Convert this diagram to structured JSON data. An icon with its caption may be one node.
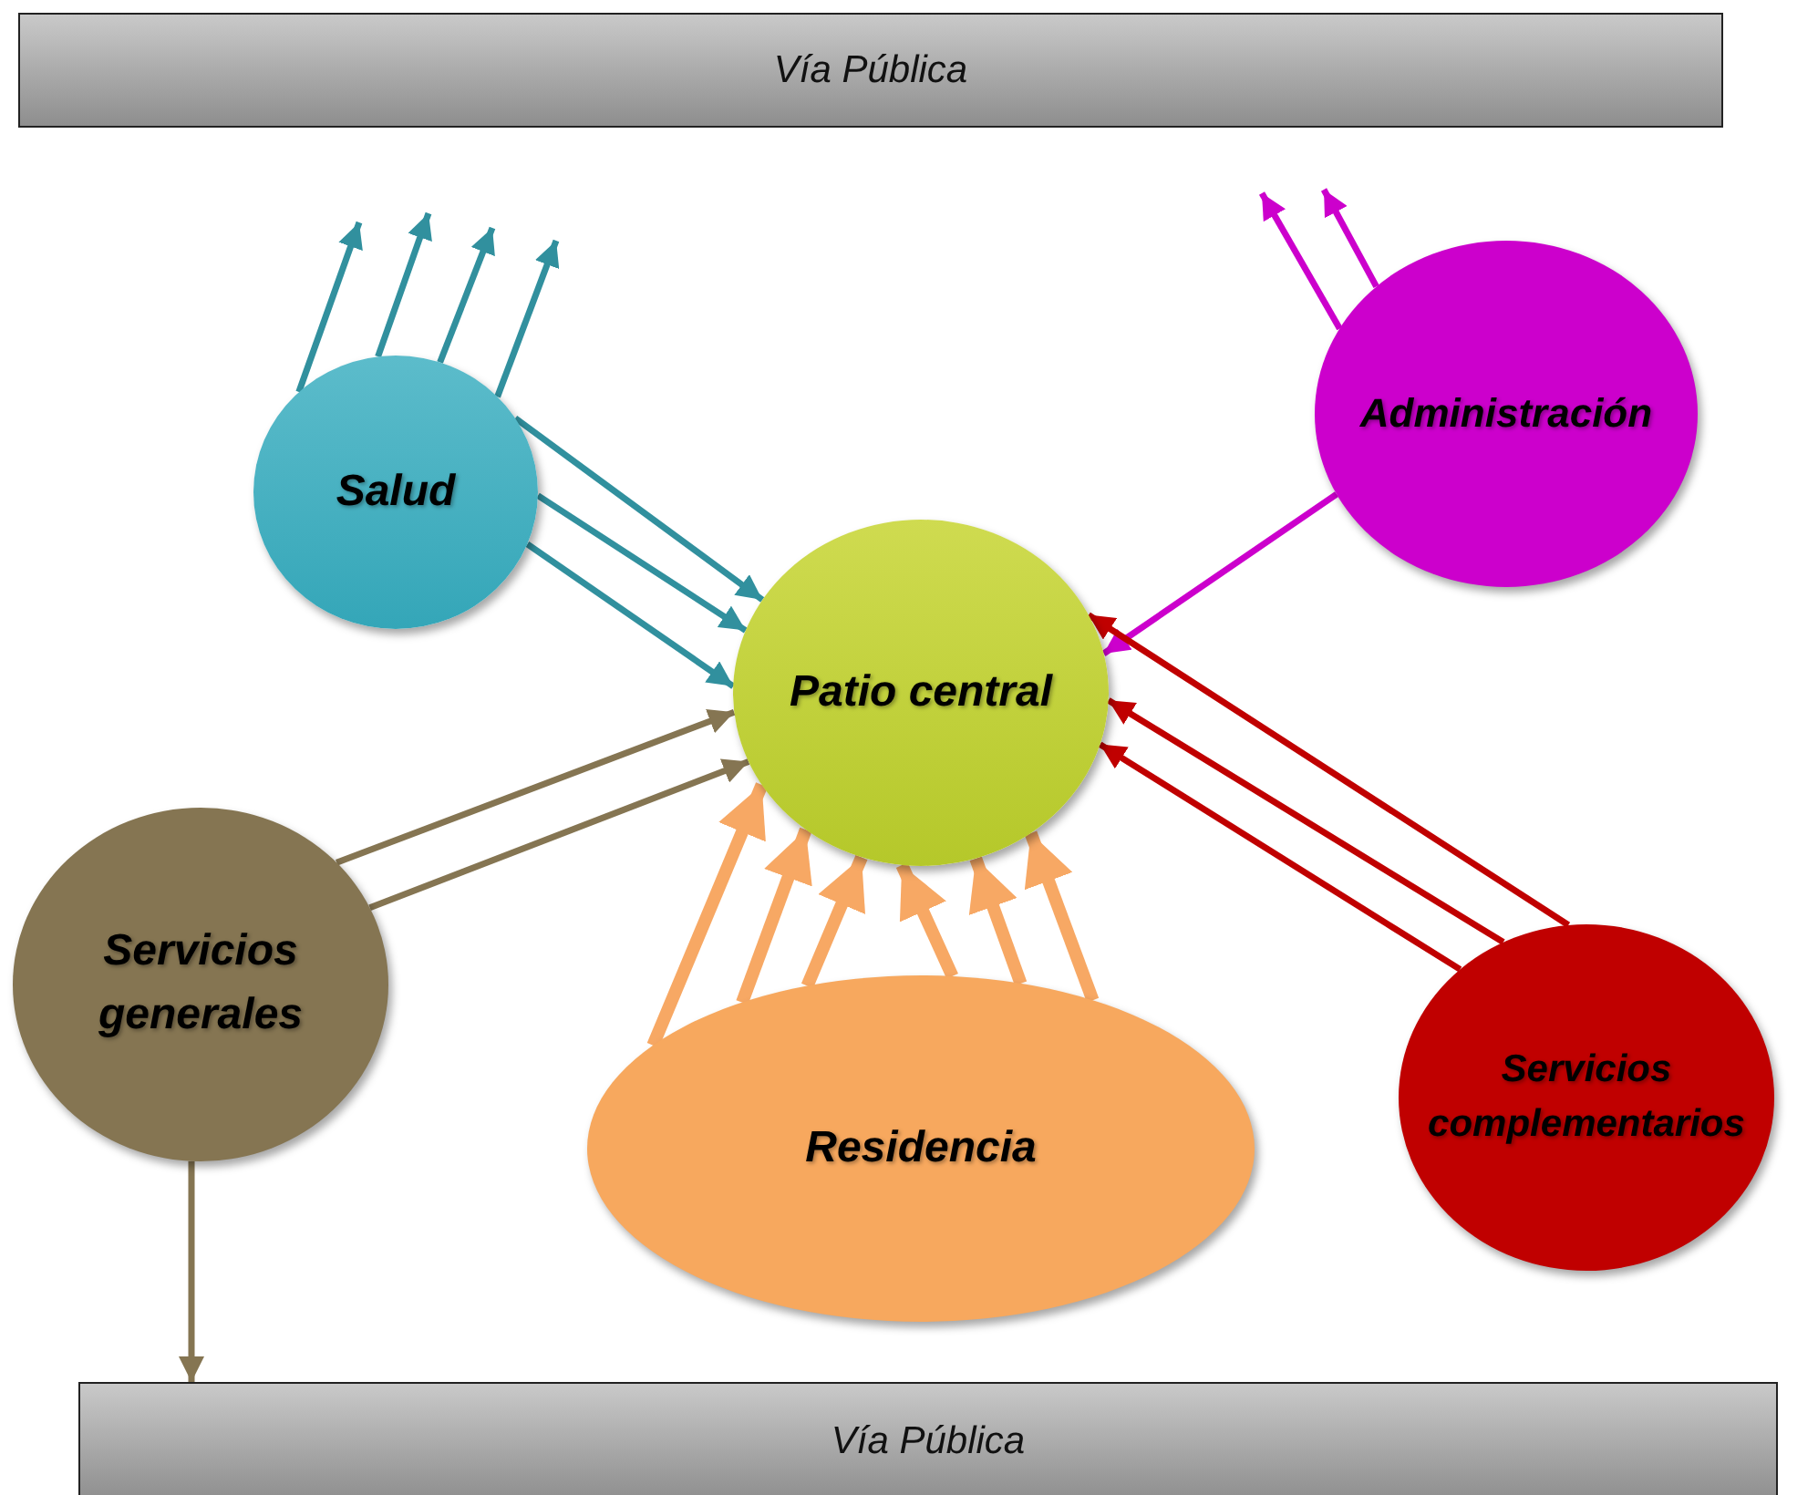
{
  "diagram": {
    "nodes": [
      {
        "text": [
          "Vía Pública"
        ]
      },
      {
        "text": [
          "Salud"
        ]
      },
      {
        "text": [
          "Administración"
        ]
      },
      {
        "text": [
          "Patio central"
        ]
      },
      {
        "text": [
          "Servicios generales"
        ]
      },
      {
        "text": [
          "Residencia"
        ]
      },
      {
        "text": [
          "Servicios complementarios"
        ]
      },
      {
        "text": [
          "Vía Pública"
        ]
      }
    ],
    "edges": [
      {
        "from": 1,
        "to": null,
        "arrow": "to",
        "color": "#31909e"
      },
      {
        "from": 1,
        "to": null,
        "arrow": "to",
        "color": "#31909e"
      },
      {
        "from": 1,
        "to": null,
        "arrow": "to",
        "color": "#31909e"
      },
      {
        "from": 1,
        "to": null,
        "arrow": "to",
        "color": "#31909e"
      },
      {
        "from": 1,
        "to": 3,
        "arrow": "to",
        "color": "#31909e"
      },
      {
        "from": 1,
        "to": 3,
        "arrow": "to",
        "color": "#31909e"
      },
      {
        "from": 1,
        "to": 3,
        "arrow": "to",
        "color": "#31909e"
      },
      {
        "from": 2,
        "to": null,
        "arrow": "to",
        "color": "#cc00cc"
      },
      {
        "from": 2,
        "to": null,
        "arrow": "to",
        "color": "#cc00cc"
      },
      {
        "from": 2,
        "to": 3,
        "arrow": "to",
        "color": "#cc00cc"
      },
      {
        "from": 4,
        "to": 3,
        "arrow": "to",
        "color": "#857552"
      },
      {
        "from": 4,
        "to": 3,
        "arrow": "to",
        "color": "#857552"
      },
      {
        "from": 4,
        "to": 7,
        "arrow": "to",
        "color": "#857552"
      },
      {
        "from": 5,
        "to": 3,
        "arrow": "to",
        "style": "thick",
        "color": "#f7a864"
      },
      {
        "from": 5,
        "to": 3,
        "arrow": "to",
        "style": "thick",
        "color": "#f7a864"
      },
      {
        "from": 5,
        "to": 3,
        "arrow": "to",
        "style": "thick",
        "color": "#f7a864"
      },
      {
        "from": 5,
        "to": 3,
        "arrow": "to",
        "style": "thick",
        "color": "#f7a864"
      },
      {
        "from": 5,
        "to": 3,
        "arrow": "to",
        "style": "thick",
        "color": "#f7a864"
      },
      {
        "from": 5,
        "to": 3,
        "arrow": "to",
        "style": "thick",
        "color": "#f7a864"
      },
      {
        "from": 6,
        "to": 3,
        "arrow": "to",
        "color": "#c00000"
      },
      {
        "from": 6,
        "to": 3,
        "arrow": "to",
        "color": "#c00000"
      },
      {
        "from": 6,
        "to": 3,
        "arrow": "to",
        "color": "#c00000"
      }
    ]
  }
}
